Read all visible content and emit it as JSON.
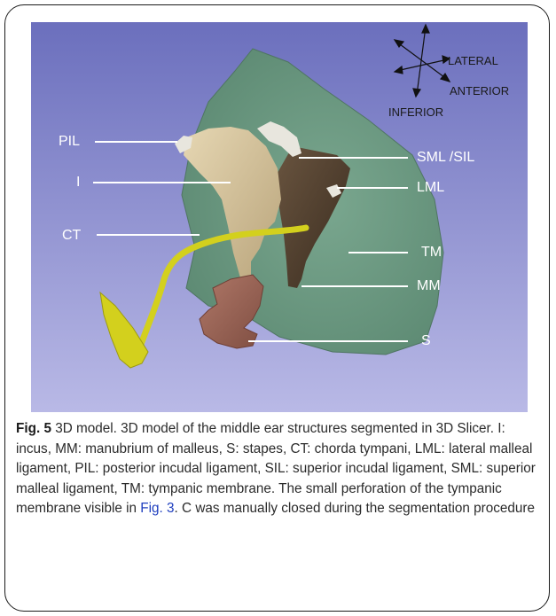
{
  "figure": {
    "labels": {
      "pil": "PIL",
      "i": "I",
      "ct": "CT",
      "sml_sil": "SML /SIL",
      "lml": "LML",
      "tm": "TM",
      "mm": "MM",
      "s": "S"
    },
    "compass": {
      "lateral": "LATERAL",
      "anterior": "ANTERIOR",
      "inferior": "INFERIOR"
    },
    "colors": {
      "background_top": "#6b6fbd",
      "background_bottom": "#b9b9e6",
      "tympanic_membrane": "#6e9b84",
      "incus": "#d7c5a0",
      "malleus": "#4c3b2b",
      "chorda_tympani": "#d3d01d",
      "stapes": "#9a6456",
      "ligament": "#e8e6de"
    }
  },
  "caption": {
    "figure_label": "Fig. 5",
    "text_before_ref": " 3D model. 3D model of the middle ear structures segmented in 3D Slicer. I: incus, MM: manubrium of malleus, S: stapes, CT: chorda tympani, LML: lateral malleal ligament, PIL: posterior incudal ligament, SIL: superior incudal ligament, SML: superior malleal ligament, TM: tympanic membrane. The small perforation of the tympanic membrane visible in ",
    "ref": "Fig. 3",
    "text_after_ref": ". C was manually closed during the segmentation procedure"
  }
}
